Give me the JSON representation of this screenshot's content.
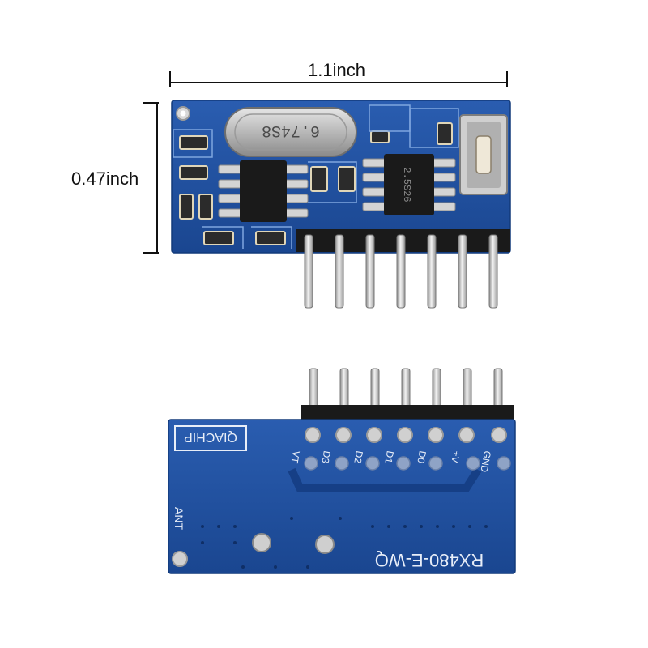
{
  "dimensions": {
    "width": "1.1inch",
    "height": "0.47inch"
  },
  "top_board": {
    "crystal_marking": "6.74S8",
    "chip_marking": "2.5S26"
  },
  "bottom_board": {
    "brand": "QIACHIP",
    "model": "RX480-E-WQ",
    "antenna_label": "ANT",
    "pin_labels": [
      "VT",
      "D3",
      "D2",
      "D1",
      "D0",
      "+V",
      "GND"
    ]
  },
  "colors": {
    "pcb_blue": "#1f4f9e",
    "pcb_dark": "#16397a",
    "pin_metal": "#c9c9c9",
    "header_black": "#1a1a1a"
  }
}
